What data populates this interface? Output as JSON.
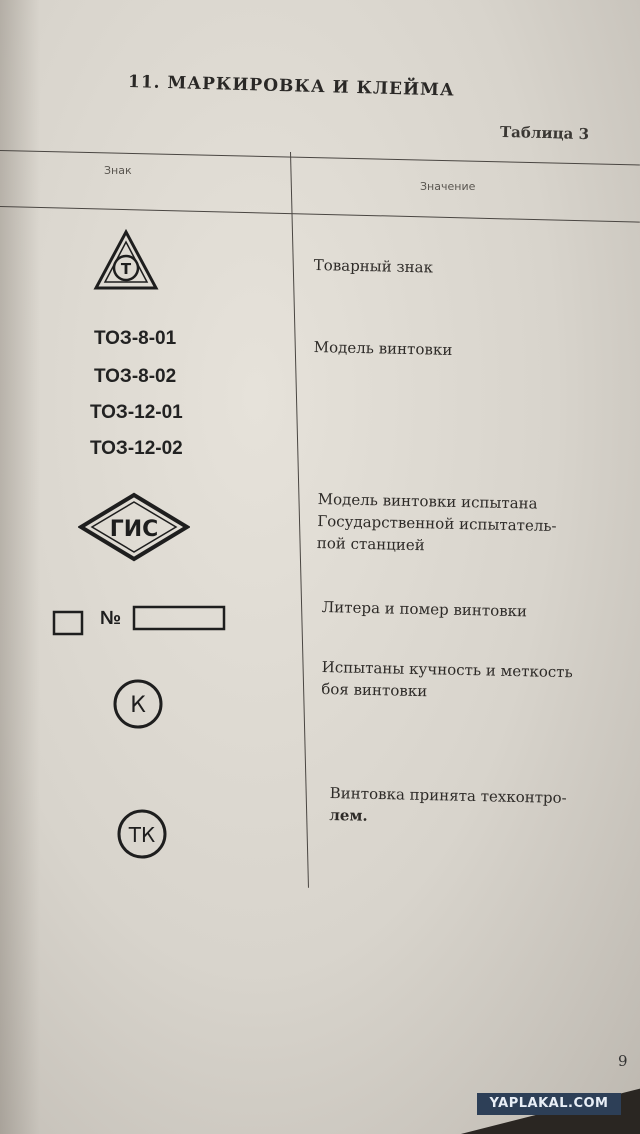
{
  "section_title": "11. МАРКИРОВКА И КЛЕЙМА",
  "table_label": "Таблица 3",
  "columns": {
    "sign": "Знак",
    "meaning": "Значение"
  },
  "signs": {
    "trademark_letter": "Т",
    "gis": "ГИС",
    "k": "К",
    "tk": "ТК",
    "number_symbol": "№"
  },
  "models": [
    "ТОЗ-8-01",
    "ТОЗ-8-02",
    "ТОЗ-12-01",
    "ТОЗ-12-02"
  ],
  "meanings": {
    "trademark": "Товарный знак",
    "model": "Модель винтовки",
    "gis": [
      "Модель винтовки испытана",
      "Государственной испытатель-",
      "пой станцией"
    ],
    "number": "Литера и помер винтовки",
    "k": [
      "Испытаны кучность и меткость",
      "боя винтовки"
    ],
    "tk": [
      "Винтовка принята техконтро-",
      "лем."
    ]
  },
  "page_number": "9",
  "watermark": "YAPLAKAL.COM"
}
